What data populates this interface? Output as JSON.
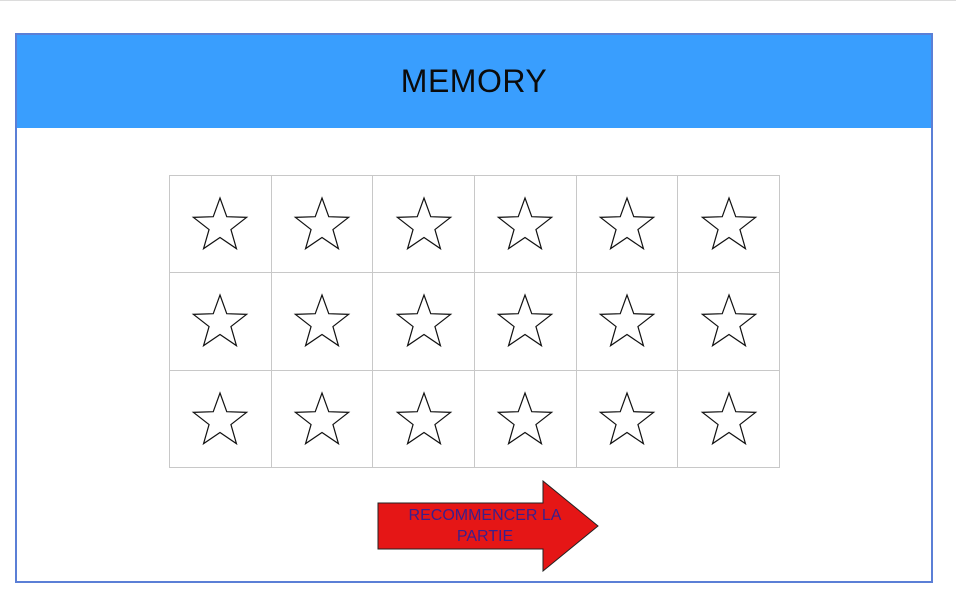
{
  "game": {
    "title": "MEMORY",
    "grid": {
      "rows": 3,
      "columns": 6,
      "card_face": "star-icon"
    },
    "restart_label": "RECOMMENCER LA PARTIE"
  },
  "colors": {
    "header": "#399efe",
    "frame": "#5b7fd6",
    "restart_arrow": "#e51616",
    "restart_text": "#3a1f8c"
  }
}
